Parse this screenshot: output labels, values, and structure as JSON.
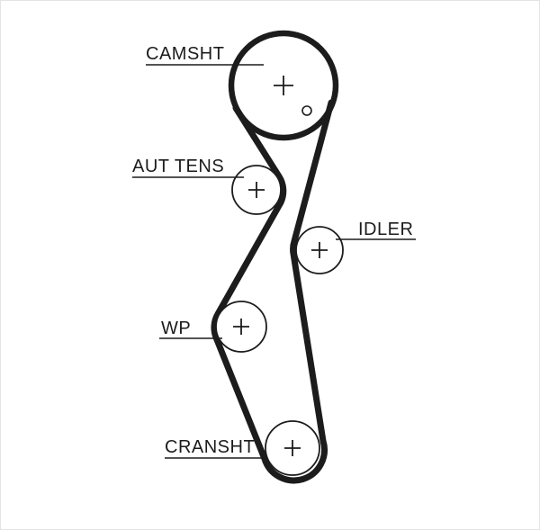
{
  "diagram": {
    "name": "timing-belt-routing",
    "background": "#ffffff",
    "line_color": "#1c1c1c",
    "pulleys": [
      {
        "id": "camshaft",
        "label": "CAMSHT"
      },
      {
        "id": "aut-tensioner",
        "label": "AUT TENS"
      },
      {
        "id": "idler",
        "label": "IDLER"
      },
      {
        "id": "water-pump",
        "label": "WP"
      },
      {
        "id": "crankshaft",
        "label": "CRANSHT"
      }
    ]
  }
}
